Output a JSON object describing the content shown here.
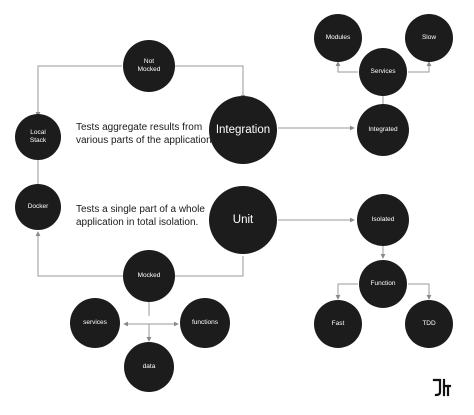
{
  "nodes": {
    "not_mocked": "Not\nMocked",
    "integration": "Integration",
    "local_stack": "Local\nStack",
    "docker": "Docker",
    "unit": "Unit",
    "mocked": "Mocked",
    "services_left": "services",
    "functions_left": "functions",
    "data": "data",
    "modules": "Modules",
    "slow": "Slow",
    "services_top": "Services",
    "integrated": "Integrated",
    "isolated": "Isolated",
    "function": "Function",
    "fast": "Fast",
    "tdd": "TDD"
  },
  "descriptions": {
    "integration": [
      "Tests aggregate results from",
      "various parts of the application."
    ],
    "unit": [
      "Tests a single part of a whole",
      "application in total isolation."
    ]
  },
  "colors": {
    "node_fill": "#1c1c1c",
    "node_text": "#ffffff",
    "edge": "#9a9a9a",
    "background": "#ffffff"
  },
  "logo_icon": "jt-logo-icon"
}
